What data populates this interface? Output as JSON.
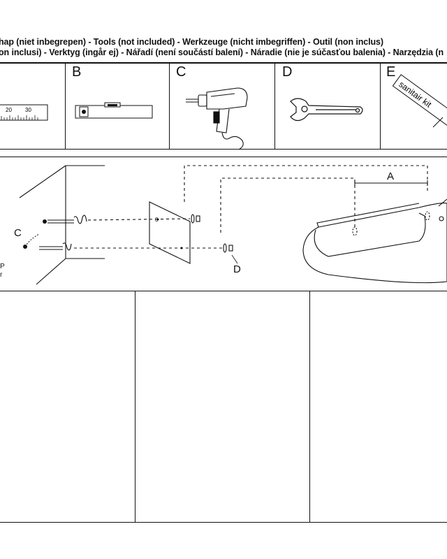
{
  "header": {
    "line1": "hap (niet inbegrepen) - Tools (not included) -  Werkzeuge (nicht imbegriffen) - Outil (non inclus)",
    "line2": "on inclusi) - Verktyg (ingår ej) - Nářadí (není součástí balení) - Náradie (nie je súčasťou balenia) - Narzędzia (n"
  },
  "tools": [
    {
      "letter": "",
      "name": "ruler",
      "ticks": [
        "20",
        "30"
      ]
    },
    {
      "letter": "B",
      "name": "spirit-level"
    },
    {
      "letter": "C",
      "name": "drill"
    },
    {
      "letter": "D",
      "name": "wrench"
    },
    {
      "letter": "E",
      "name": "sanitary-kit",
      "label": "sanitair kit"
    }
  ],
  "diagram": {
    "label_c": "C",
    "label_d": "D",
    "label_a": "A",
    "cut_text_1": "P",
    "cut_text_2": "r"
  }
}
